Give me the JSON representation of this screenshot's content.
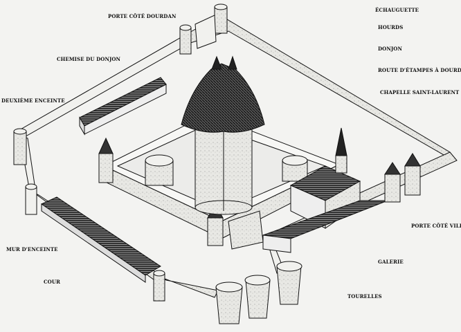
{
  "labels": {
    "porte_cote_dourdan": "PORTE CÔTÉ DOURDAN",
    "chemise_du_donjon": "CHEMISE DU DONJON",
    "deuxieme_enceinte": "DEUXIÈME ENCEINTE",
    "echauguette": "ÉCHAUGUETTE",
    "hourds": "HOURDS",
    "donjon": "DONJON",
    "route": "ROUTE D'ÉTAMPES À DOURDAN",
    "chapelle": "CHAPELLE SAINT-LAURENT",
    "porte_cote_ville": "PORTE CÔTÉ VILLE",
    "galerie": "GALERIE",
    "tourelles": "TOURELLES",
    "mur_enceinte": "MUR D'ENCEINTE",
    "cour": "COUR"
  }
}
